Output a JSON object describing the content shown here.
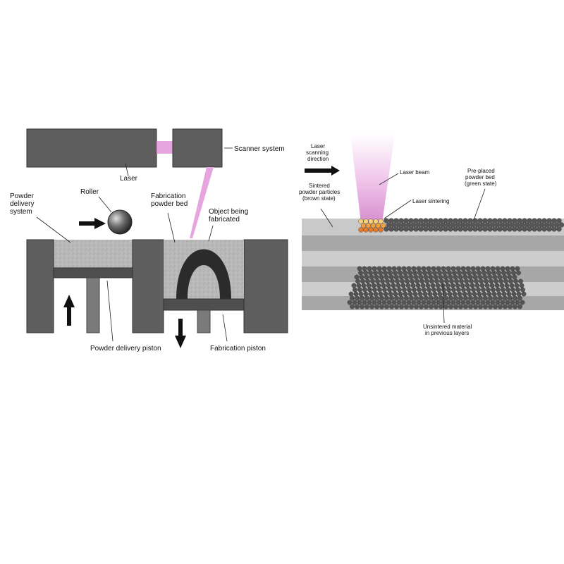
{
  "left_panel": {
    "labels": {
      "laser": "Laser",
      "scanner_system": "Scanner system",
      "roller": "Roller",
      "powder_delivery_system": [
        "Powder",
        "delivery",
        "system"
      ],
      "fabrication_powder_bed": [
        "Fabrication",
        "powder bed"
      ],
      "object_being_fabricated": [
        "Object being",
        "fabricated"
      ],
      "powder_delivery_piston": "Powder delivery piston",
      "fabrication_piston": "Fabrication piston"
    }
  },
  "right_panel": {
    "labels": {
      "laser_scanning_direction": [
        "Laser",
        "scanning",
        "direction"
      ],
      "laser_beam": "Laser beam",
      "pre_placed_powder_bed": [
        "Pre-placed",
        "powder bed",
        "(green state)"
      ],
      "sintered_powder_particles": [
        "Sintered",
        "powder particles",
        "(brown state)"
      ],
      "laser_sintering": "Laser sintering",
      "unsintered_material": [
        "Unsintered material",
        "in previous layers"
      ]
    }
  },
  "colors": {
    "machine_body": "#5e5e5e",
    "piston_plate": "#4e4e4e",
    "powder": "#b9b9b9",
    "laser_beam": "#e7a5e0",
    "object": "#2b2b2b",
    "layer_light": "#c9c9c9",
    "layer_mid": "#a7a7a7",
    "particle": "#555555",
    "sintered_particle": "#f0a040"
  }
}
